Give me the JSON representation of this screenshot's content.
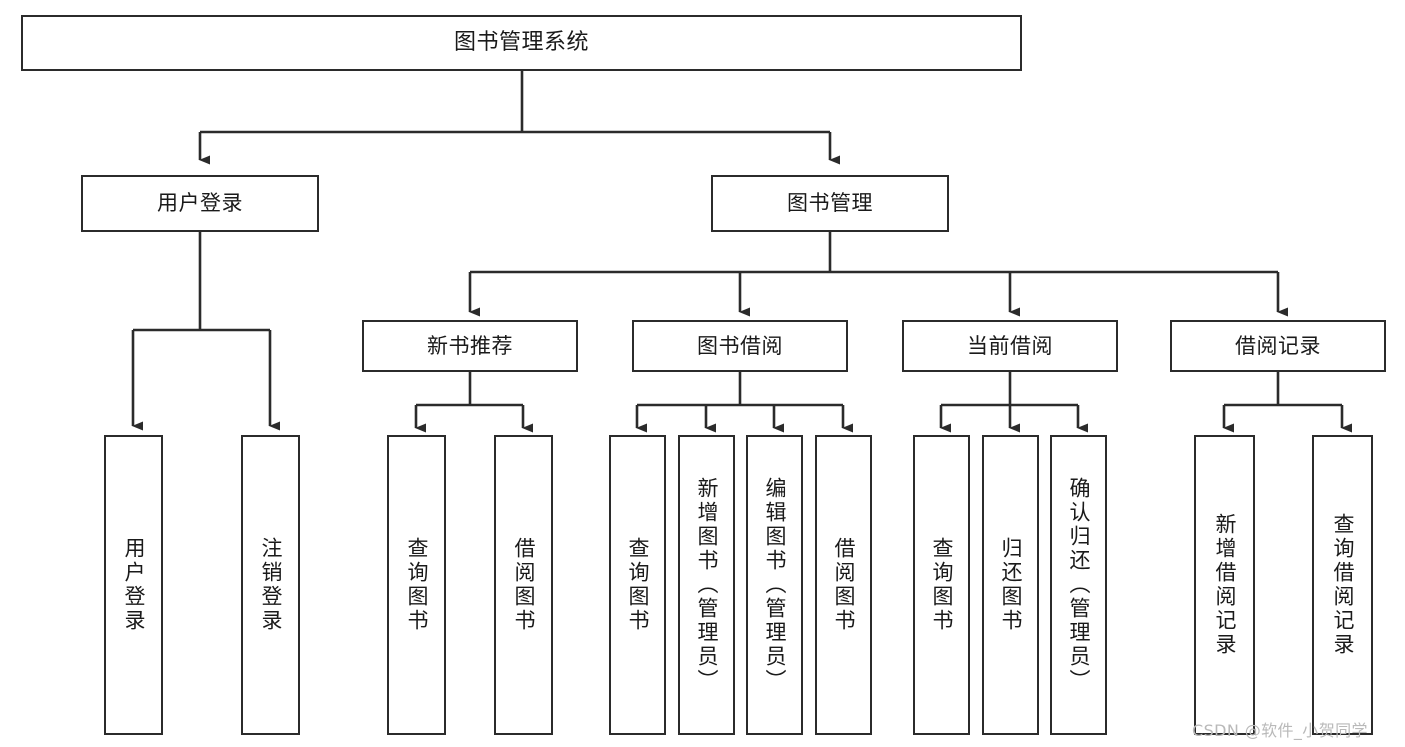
{
  "diagram": {
    "title": "图书管理系统",
    "type": "tree",
    "watermark": "CSDN @软件_小贺同学",
    "colors": {
      "box_border": "#2b2b2b",
      "box_fill": "#ffffff",
      "edge": "#2b2b2b",
      "text": "#1a1a1a",
      "watermark": "#b9b9b9",
      "background": "#ffffff"
    },
    "root": {
      "label": "图书管理系统"
    },
    "level2": [
      {
        "label": "用户登录"
      },
      {
        "label": "图书管理"
      }
    ],
    "level3": [
      {
        "label": "新书推荐"
      },
      {
        "label": "图书借阅"
      },
      {
        "label": "当前借阅"
      },
      {
        "label": "借阅记录"
      }
    ],
    "leaves": {
      "user_login": [
        {
          "label": "用户登录"
        },
        {
          "label": "注销登录"
        }
      ],
      "new_book_recommend": [
        {
          "label": "查询图书"
        },
        {
          "label": "借阅图书"
        }
      ],
      "book_borrow": [
        {
          "label": "查询图书"
        },
        {
          "label": "新增图书（管理员）"
        },
        {
          "label": "编辑图书（管理员）"
        },
        {
          "label": "借阅图书"
        }
      ],
      "current_borrow": [
        {
          "label": "查询图书"
        },
        {
          "label": "归还图书"
        },
        {
          "label": "确认归还（管理员）"
        }
      ],
      "borrow_record": [
        {
          "label": "新增借阅记录"
        },
        {
          "label": "查询借阅记录"
        }
      ]
    }
  }
}
